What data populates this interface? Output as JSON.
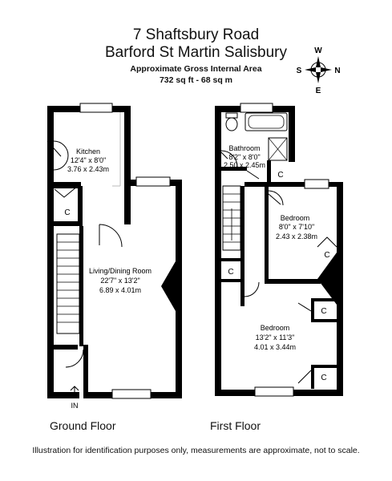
{
  "header": {
    "address_line1": "7 Shaftsbury Road",
    "address_line2": "Barford St Martin Salisbury",
    "area_label": "Approximate Gross Internal Area",
    "area_value": "732 sq ft - 68  sq m"
  },
  "compass": {
    "n": "N",
    "s": "S",
    "e": "E",
    "w": "W"
  },
  "ground_floor": {
    "label": "Ground Floor",
    "entrance": "IN",
    "kitchen": {
      "name": "Kitchen",
      "imperial": "12'4\" x 8'0\"",
      "metric": "3.76 x 2.43m"
    },
    "living": {
      "name": "Living/Dining Room",
      "imperial": "22'7\" x 13'2\"",
      "metric": "6.89 x 4.01m"
    },
    "cupboard": "C"
  },
  "first_floor": {
    "label": "First Floor",
    "bathroom": {
      "name": "Bathroom",
      "imperial": "8'2\" x 8'0\"",
      "metric": "2.50 x 2.45m"
    },
    "bedroom1": {
      "name": "Bedroom",
      "imperial": "8'0\" x 7'10\"",
      "metric": "2.43 x 2.38m"
    },
    "bedroom2": {
      "name": "Bedroom",
      "imperial": "13'2\" x 11'3\"",
      "metric": "4.01 x 3.44m"
    },
    "cupboard": "C"
  },
  "footer": {
    "disclaimer": "Illustration for identification purposes only, measurements are approximate, not to scale."
  }
}
